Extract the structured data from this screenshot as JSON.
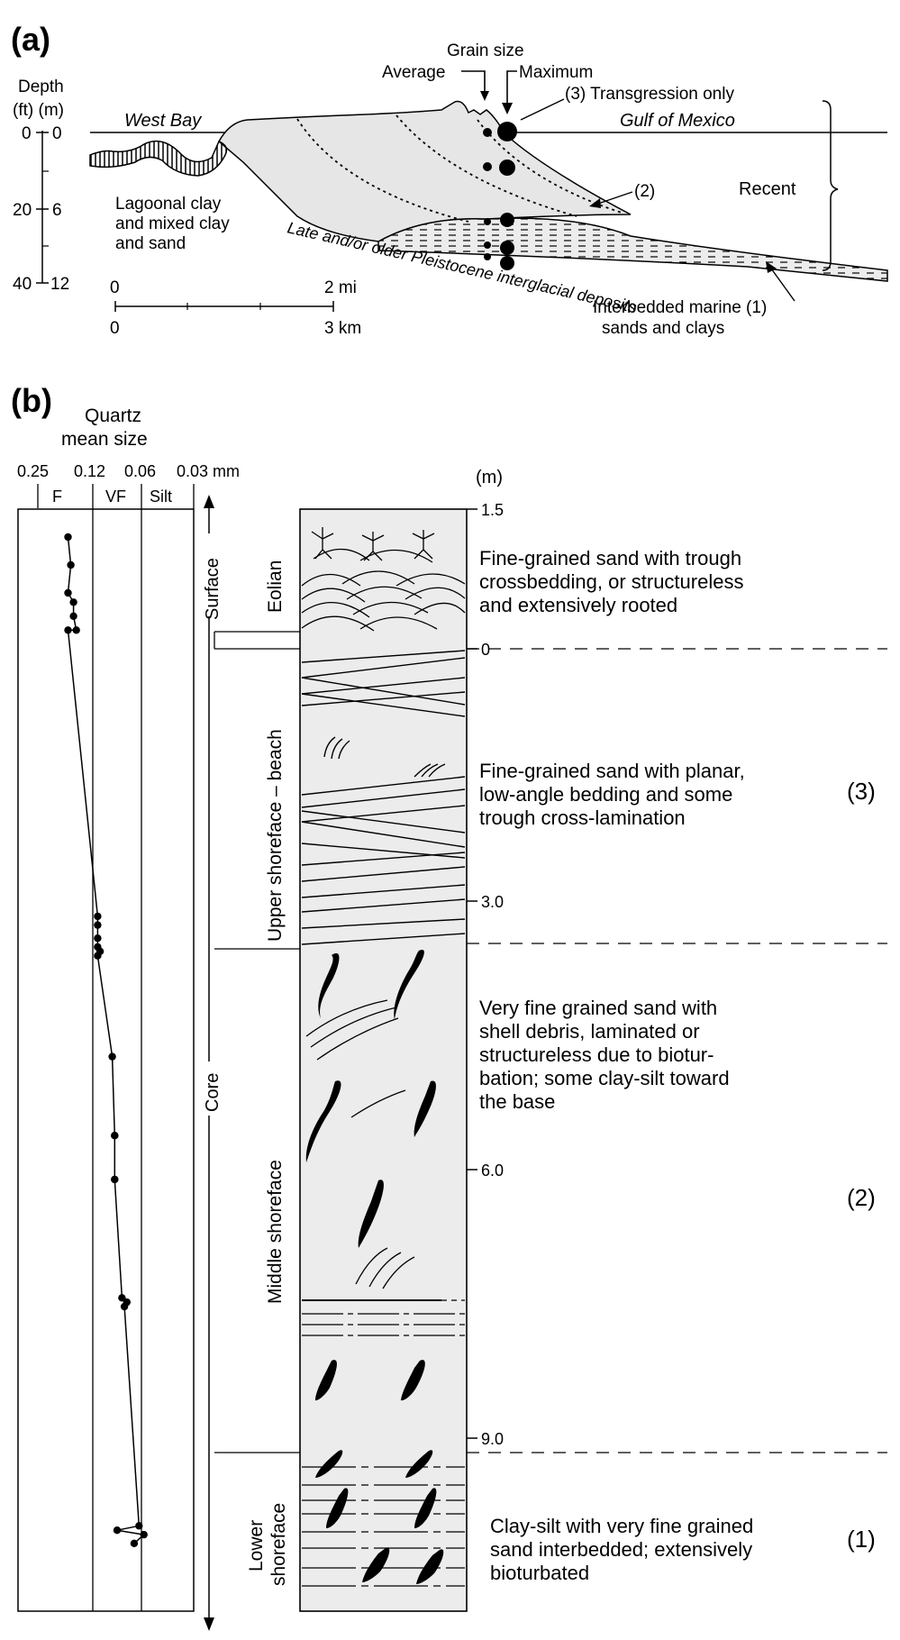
{
  "panel_a": {
    "label": "(a)",
    "depth_title": "Depth",
    "depth_units": "(ft) (m)",
    "depth_ticks": [
      {
        "ft": "0",
        "m": "0"
      },
      {
        "ft": "20",
        "m": "6"
      },
      {
        "ft": "40",
        "m": "12"
      }
    ],
    "west_bay": "West Bay",
    "gulf": "Gulf of Mexico",
    "grain_size": "Grain size",
    "average": "Average",
    "maximum": "Maximum",
    "transgression": "(3) Transgression only",
    "label_2": "(2)",
    "recent": "Recent",
    "lagoonal": [
      "Lagoonal clay",
      "and mixed clay",
      "and sand"
    ],
    "pleistocene": "Late and/or older Pleistocene interglacial deposits",
    "interbedded": [
      "Interbedded marine (1)",
      "sands and clays"
    ],
    "scale_mi": [
      "0",
      "2 mi"
    ],
    "scale_km": [
      "0",
      "3 km"
    ]
  },
  "panel_b": {
    "label": "(b)",
    "quartz_title": [
      "Quartz",
      "mean size"
    ],
    "size_ticks": [
      "0.25",
      "0.12",
      "0.06",
      "0.03 mm"
    ],
    "size_classes": [
      "F",
      "VF",
      "Silt"
    ],
    "surface": "Surface",
    "core": "Core",
    "unit_m": "(m)",
    "depth_ticks": [
      "1.5",
      "0",
      "3.0",
      "6.0",
      "9.0"
    ],
    "facies": [
      "Eolian",
      "Upper shoreface – beach",
      "Middle shoreface",
      "Lower shoreface"
    ],
    "descriptions": [
      [
        "Fine-grained sand with trough",
        "crossbedding, or structureless",
        "and extensively rooted"
      ],
      [
        "Fine-grained sand with planar,",
        "low-angle bedding and some",
        "trough cross-lamination"
      ],
      [
        "Very fine grained sand with",
        "shell debris, laminated or",
        "structureless due to biotur-",
        "bation; some clay-silt toward",
        "the base"
      ],
      [
        "Clay-silt with very fine grained",
        "sand interbedded; extensively",
        "bioturbated"
      ]
    ],
    "units": [
      "(3)",
      "(2)",
      "(1)"
    ]
  },
  "chart_data": {
    "type": "line",
    "xlabel": "Quartz mean size",
    "x_ticks": [
      "0.25",
      "0.12",
      "0.06",
      "0.03 mm"
    ],
    "y_ticks": [
      "1.5",
      "0",
      "3.0",
      "6.0",
      "9.0"
    ],
    "ylabel": "(m)",
    "x_phi": [
      2.55,
      2.6,
      2.55,
      2.65,
      2.65,
      2.7,
      2.55,
      3.1,
      3.1,
      3.1,
      3.1,
      3.15,
      3.1,
      3.4,
      3.45,
      3.45,
      3.45,
      3.45,
      3.6,
      3.7,
      3.65,
      3.95,
      3.5,
      4.05,
      3.85
    ],
    "y_m": [
      1.2,
      0.9,
      0.6,
      0.5,
      0.35,
      0.2,
      0.2,
      3.05,
      3.15,
      3.3,
      3.4,
      3.45,
      3.5,
      4.65,
      5.55,
      5.55,
      6.05,
      6.05,
      7.4,
      7.45,
      7.5,
      10.0,
      10.05,
      10.1,
      10.2
    ]
  }
}
